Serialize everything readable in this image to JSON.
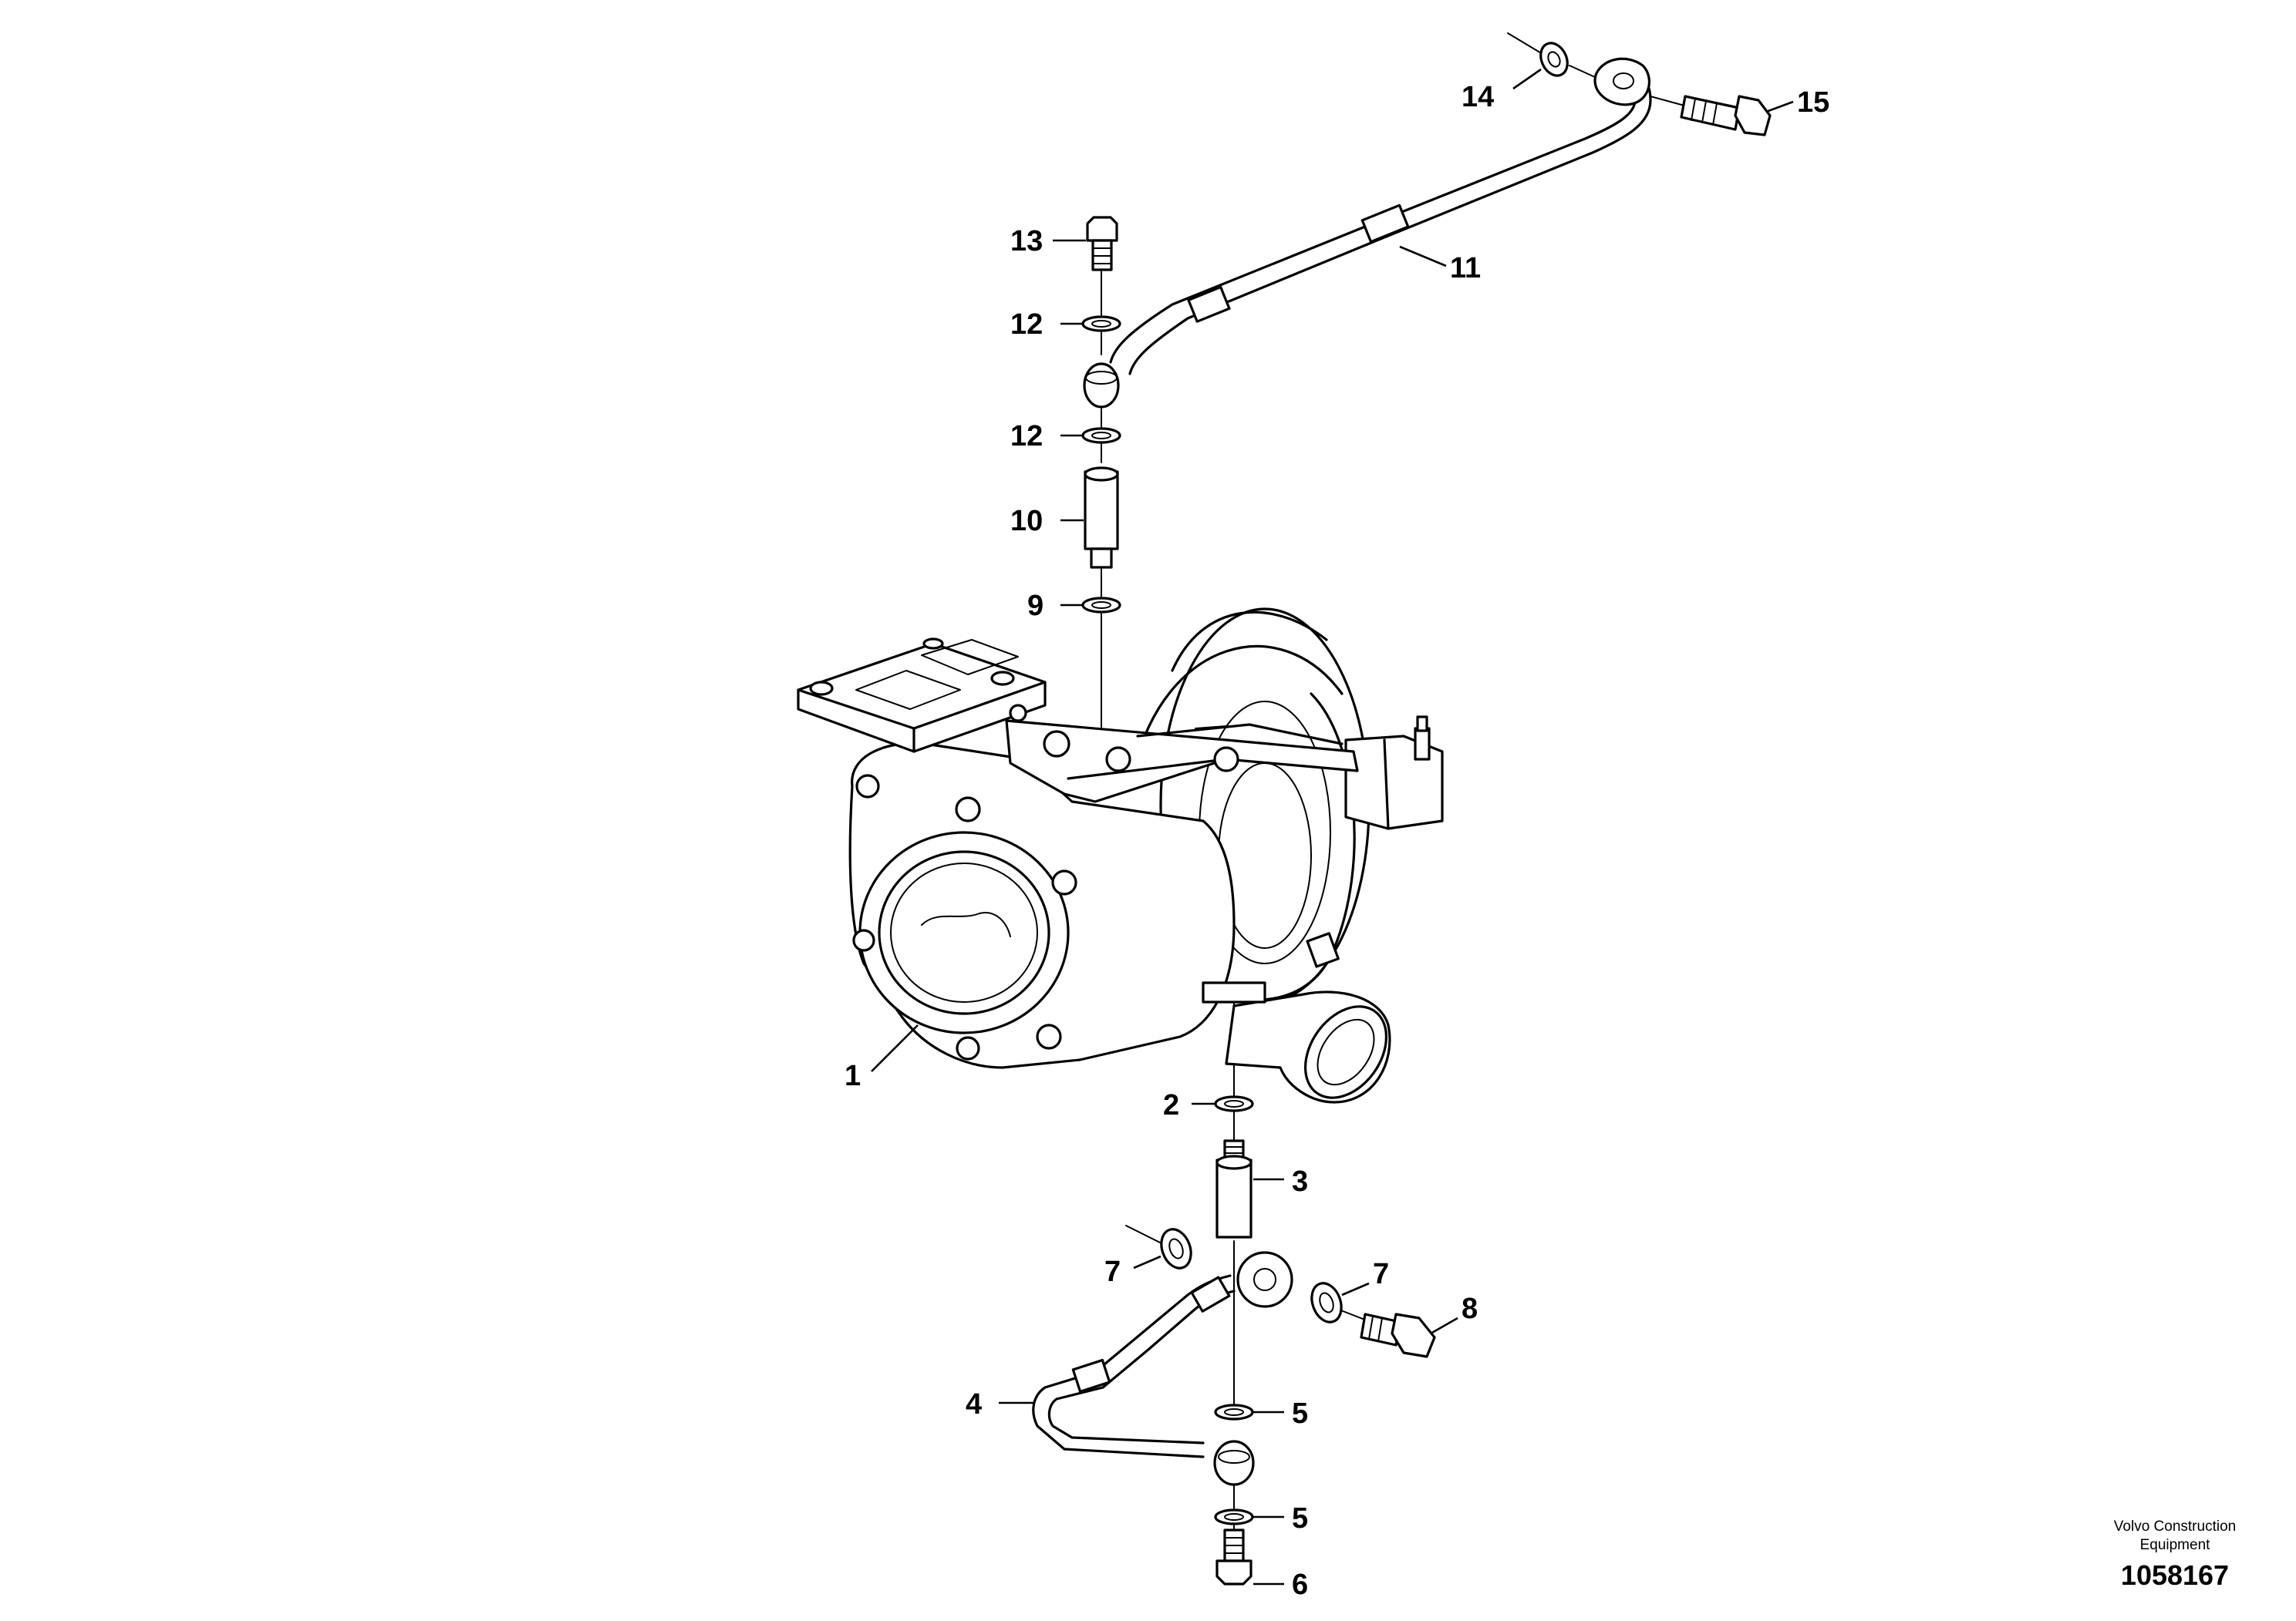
{
  "diagram": {
    "callouts": {
      "c1": "1",
      "c2": "2",
      "c3": "3",
      "c4": "4",
      "c5a": "5",
      "c5b": "5",
      "c6": "6",
      "c7a": "7",
      "c7b": "7",
      "c8": "8",
      "c9": "9",
      "c10": "10",
      "c11": "11",
      "c12a": "12",
      "c12b": "12",
      "c13": "13",
      "c14": "14",
      "c15": "15"
    },
    "credit_line1": "Volvo Construction",
    "credit_line2": "Equipment",
    "document_number": "1058167"
  }
}
